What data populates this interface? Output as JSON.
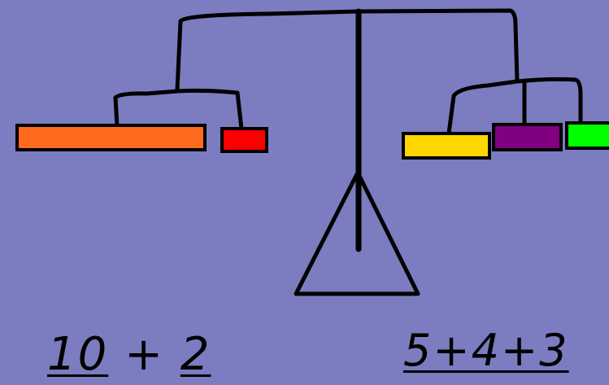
{
  "colors": {
    "background": "#7b7dc0",
    "stroke": "#000000",
    "orange_bar": "#ff6a1f",
    "red_bar": "#ff0000",
    "yellow_bar": "#ffd700",
    "purple_bar": "#800080",
    "green_bar": "#00ff00"
  },
  "left_side": {
    "term_1": "10",
    "op_1": "+",
    "term_2": "2"
  },
  "right_side": {
    "term_1": "5",
    "op_1": "+",
    "term_2": "4",
    "op_2": "+",
    "term_3": "3"
  }
}
